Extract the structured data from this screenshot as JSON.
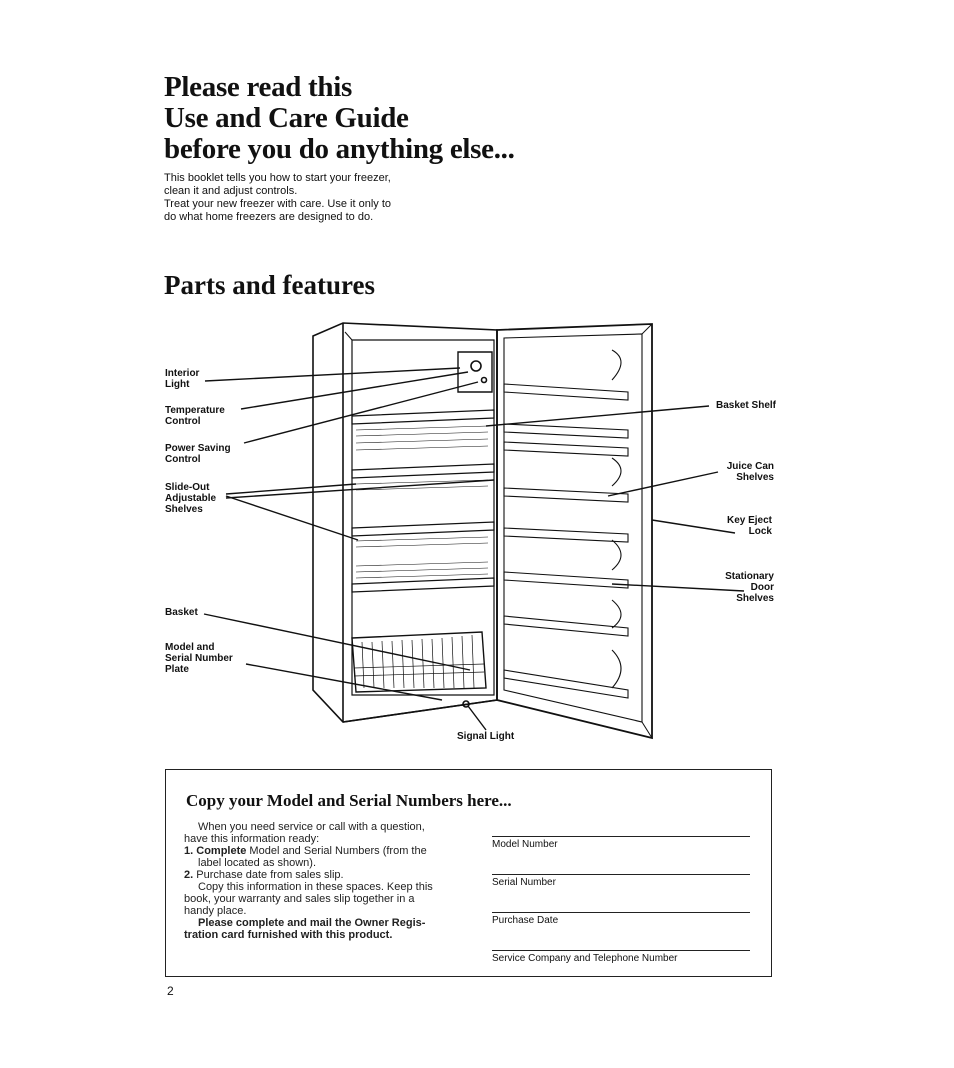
{
  "heading": {
    "line1": "Please read this",
    "line2": "Use and Care Guide",
    "line3": "before you do anything else..."
  },
  "intro": {
    "p1_line1": "This booklet tells you how to start your freezer,",
    "p1_line2": "clean it and adjust controls.",
    "p2_line1": "Treat your new freezer with care. Use it only to",
    "p2_line2": "do what home freezers are designed to do."
  },
  "parts": {
    "title": "Parts and features",
    "labels": {
      "interior_light": [
        "Interior",
        "Light"
      ],
      "temperature_control": [
        "Temperature",
        "Control"
      ],
      "power_saving_control": [
        "Power Saving",
        "Control"
      ],
      "slide_out_shelves": [
        "Slide-Out",
        "Adjustable",
        "Shelves"
      ],
      "basket": "Basket",
      "model_serial_plate": [
        "Model and",
        "Serial Number",
        "Plate"
      ],
      "signal_light": "Signal Light",
      "basket_shelf": "Basket Shelf",
      "juice_can_shelves": [
        "Juice Can",
        "Shelves"
      ],
      "key_eject_lock": [
        "Key Eject",
        "Lock"
      ],
      "stationary_door_shelves": [
        "Stationary",
        "Door",
        "Shelves"
      ]
    }
  },
  "copy_box": {
    "title": "Copy your Model and Serial Numbers here...",
    "intro_l1": "When you need service or call with a question,",
    "intro_l2": "have this information ready:",
    "item1_num": "1.",
    "item1_bold": "Complete",
    "item1_rest_l1": " Model and Serial Numbers (from the",
    "item1_l2": "label located as shown).",
    "item2_num": "2.",
    "item2_text": " Purchase date from sales slip.",
    "copy_l1": "Copy this information in these spaces. Keep this",
    "copy_l2": "book, your warranty and sales slip together in a",
    "copy_l3": "handy place.",
    "mail_l1": "Please complete and mail the Owner Regis-",
    "mail_l2": "tration card furnished with this product.",
    "fields": [
      "Model Number",
      "Serial Number",
      "Purchase Date",
      "Service Company and Telephone Number"
    ]
  },
  "page_number": "2"
}
